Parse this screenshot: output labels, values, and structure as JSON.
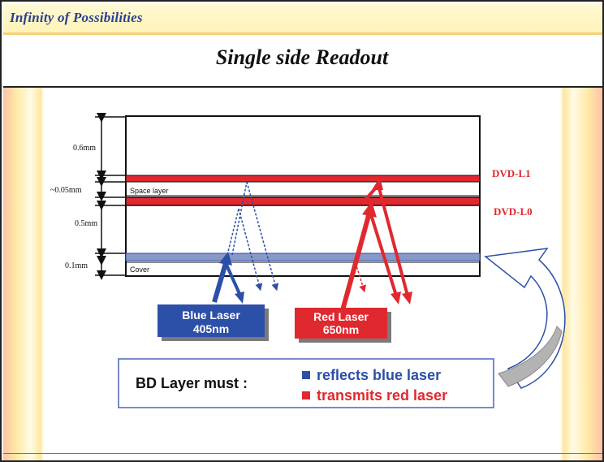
{
  "header": {
    "brand": "Infinity of Possibilities",
    "title": "Single side Readout"
  },
  "diagram": {
    "dimensions": {
      "d1": "0.6mm",
      "d2": "~0.05mm",
      "d3": "0.5mm",
      "d4": "0.1mm"
    },
    "layers": {
      "space": "Space layer",
      "cover": "Cover"
    },
    "dvd_labels": {
      "l1": "DVD-L1",
      "l0": "DVD-L0"
    },
    "lasers": {
      "blue": {
        "line1": "Blue Laser",
        "line2": "405nm"
      },
      "red": {
        "line1": "Red Laser",
        "line2": "650nm"
      }
    },
    "legend": {
      "title": "BD Layer must :",
      "item_blue": "reflects blue laser",
      "item_red": "transmits red laser"
    }
  },
  "colors": {
    "blue_laser": "#2c4fa8",
    "red_laser": "#e0282f",
    "brand_text": "#2b3f8c"
  }
}
